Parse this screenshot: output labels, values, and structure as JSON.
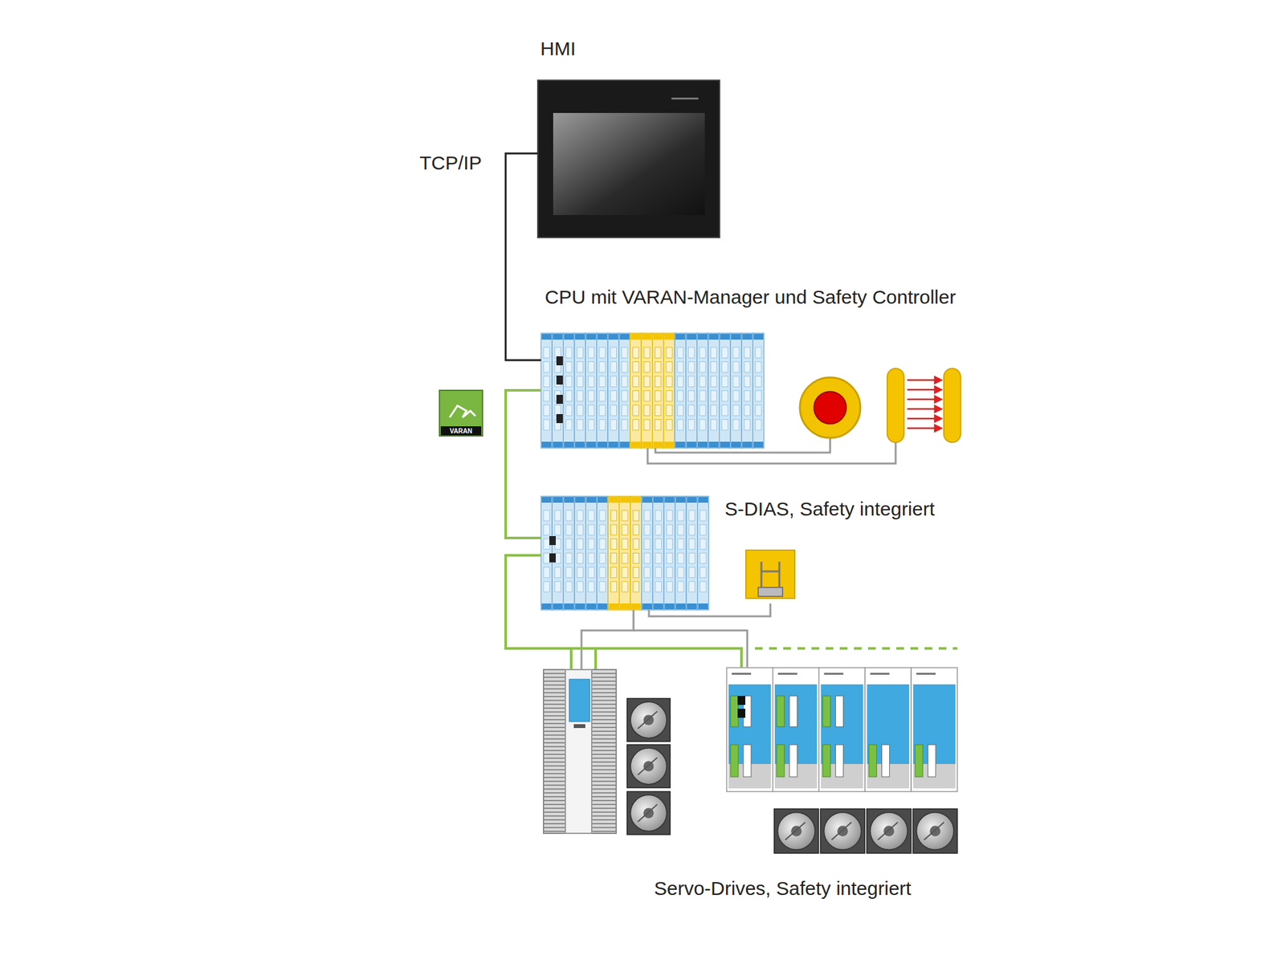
{
  "diagram": {
    "nodes": [
      {
        "text": [
          "HMI"
        ]
      },
      {
        "text": [
          "CPU mit VARAN-Manager und Safety Controller"
        ]
      },
      {
        "text": [
          "S-DIAS, Safety integriert"
        ]
      },
      {
        "text": [
          "Servo-Drives, Safety integriert"
        ]
      }
    ],
    "edges": [
      {
        "from": 0,
        "to": 1,
        "label": "TCP/IP",
        "arrow": "none"
      },
      {
        "from": 1,
        "to": 2,
        "arrow": "none"
      },
      {
        "from": 2,
        "to": 3,
        "arrow": "none"
      }
    ],
    "labels": [
      "VARAN"
    ]
  }
}
